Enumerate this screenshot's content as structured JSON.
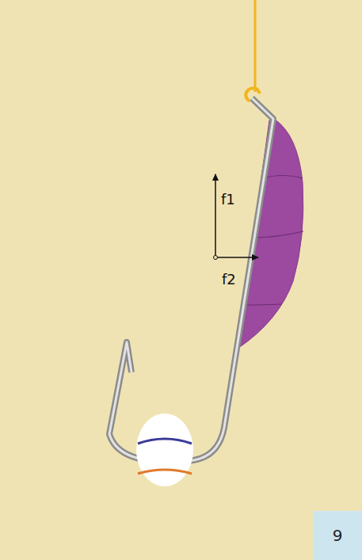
{
  "diagram": {
    "nodes": [
      {
        "text": [
          "9"
        ]
      }
    ],
    "labels": [
      "f1",
      "f2"
    ]
  }
}
